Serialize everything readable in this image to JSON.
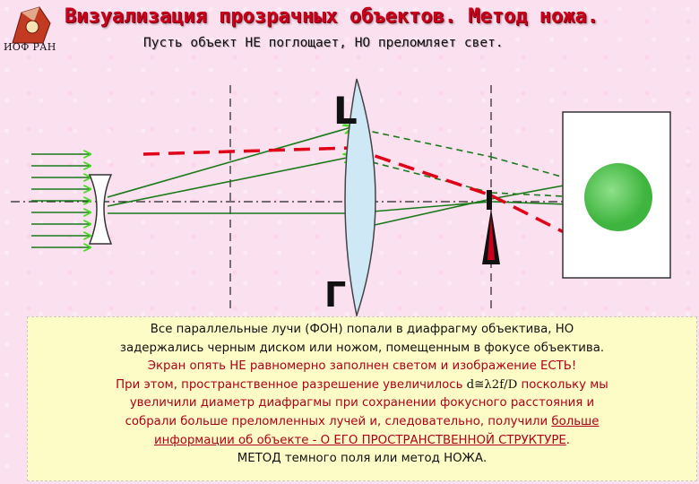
{
  "header": {
    "title": "Визуализация прозрачных объектов. Метод ножа.",
    "subtitle": "Пусть объект НЕ поглощает, НО преломляет свет.",
    "logo_text": "ИОФ РАН"
  },
  "diagram": {
    "lens_label_top": "L",
    "lens_label_bottom": "Г",
    "colors": {
      "ray": "#1a7a1a",
      "arrow": "#44dd22",
      "dashed_ray": "#e00018",
      "lens": "#cfe8f6",
      "spot": "#3fc33f",
      "knife": "#111111"
    }
  },
  "text": {
    "line1": "Все параллельные лучи (ФОН) попали в диафрагму объектива, НО",
    "line2": "задержались черным диском или ножом, помещенным в фокусе объектива.",
    "line3": "Экран опять НЕ равномерно заполнен светом и изображение ЕСТЬ!",
    "line4a": "При этом, пространственное разрешение увеличилось ",
    "line4_formula": "d≅λ2f/D",
    "line4b": " поскольку мы",
    "line5": "увеличили диаметр диафрагмы при сохранении фокусного расстояния и",
    "line6a": "собрали больше преломленных лучей и, следовательно, получили ",
    "line6_u": "больше",
    "line7_u": "информации об объекте - О ЕГО ПРОСТРАНСТВЕННОЙ СТРУКТУРЕ",
    "line7_end": ".",
    "line8": "МЕТОД темного поля или метод НОЖА."
  }
}
